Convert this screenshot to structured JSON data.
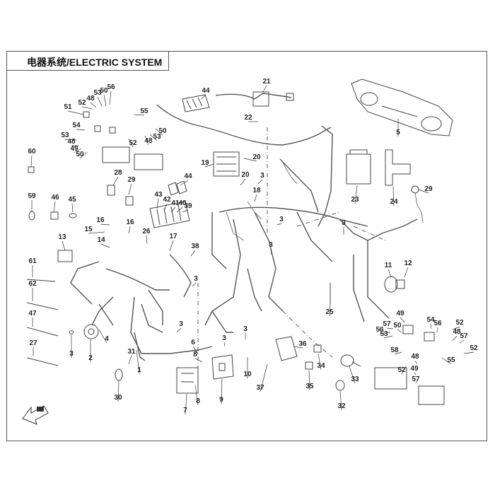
{
  "title": "电器系统/ELECTRIC SYSTEM",
  "callouts": [
    "1",
    "2",
    "3",
    "4",
    "5",
    "6",
    "7",
    "8",
    "9",
    "10",
    "11",
    "12",
    "13",
    "14",
    "15",
    "16",
    "17",
    "18",
    "19",
    "20",
    "21",
    "22",
    "23",
    "24",
    "25",
    "26",
    "27",
    "28",
    "29",
    "30",
    "31",
    "32",
    "33",
    "34",
    "35",
    "36",
    "37",
    "38",
    "39",
    "40",
    "41",
    "42",
    "43",
    "44",
    "45",
    "46",
    "47",
    "48",
    "49",
    "50",
    "51",
    "52",
    "53",
    "54",
    "55",
    "56",
    "57",
    "58",
    "59",
    "60",
    "61",
    "62"
  ],
  "front_arrow_icon": "front-direction-arrow-icon",
  "colors": {
    "line": "#444444",
    "text": "#222222",
    "background": "#ffffff"
  }
}
